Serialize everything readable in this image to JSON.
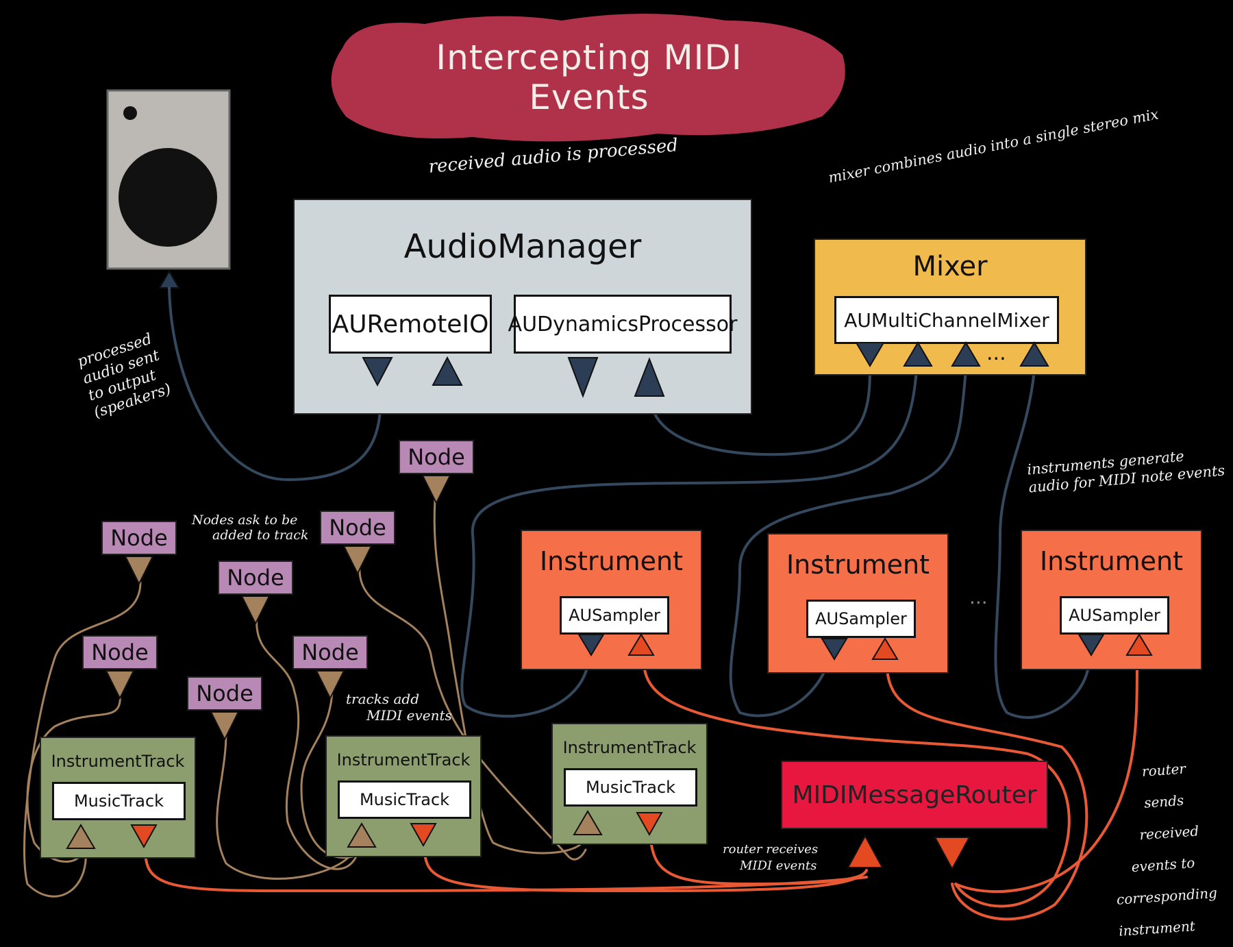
{
  "title": "Intercepting MIDI Events",
  "notes": {
    "processed": "received audio is processed",
    "mixer": "mixer combines audio into a single stereo mix",
    "output": [
      "processed",
      "audio sent",
      "to output",
      "(speakers)"
    ],
    "nodes_ask": [
      "Nodes ask to be",
      "added to track"
    ],
    "instruments_generate": [
      "instruments generate",
      "audio for MIDI note events"
    ],
    "tracks_add": [
      "tracks add",
      "MIDI events"
    ],
    "router_receives": [
      "router receives",
      "MIDI events"
    ],
    "router_sends": [
      "router sends",
      "received",
      "events to",
      "corresponding",
      "instrument"
    ]
  },
  "audio_manager": {
    "title": "AudioManager",
    "remote": "AURemoteIO",
    "dynamics": "AUDynamicsProcessor"
  },
  "mixer": {
    "title": "Mixer",
    "unit": "AUMultiChannelMixer",
    "ellipsis": "..."
  },
  "instruments": [
    {
      "title": "Instrument",
      "unit": "AUSampler"
    },
    {
      "title": "Instrument",
      "unit": "AUSampler"
    },
    {
      "title": "Instrument",
      "unit": "AUSampler"
    }
  ],
  "instrument_ellipsis": "...",
  "tracks": [
    {
      "title": "InstrumentTrack",
      "unit": "MusicTrack"
    },
    {
      "title": "InstrumentTrack",
      "unit": "MusicTrack"
    },
    {
      "title": "InstrumentTrack",
      "unit": "MusicTrack"
    }
  ],
  "router": "MIDIMessageRouter",
  "node_label": "Node",
  "colors": {
    "background": "#000000",
    "title_blob": "#b0324a",
    "audio_manager": "#cfd6d9",
    "mixer": "#f0bb4c",
    "instrument": "#f56f48",
    "track": "#8c9e6e",
    "router": "#e8173f",
    "node": "#b889b5",
    "audio_wire": "#34495e",
    "midi_wire": "#e85a35",
    "node_wire": "#a5825e"
  }
}
